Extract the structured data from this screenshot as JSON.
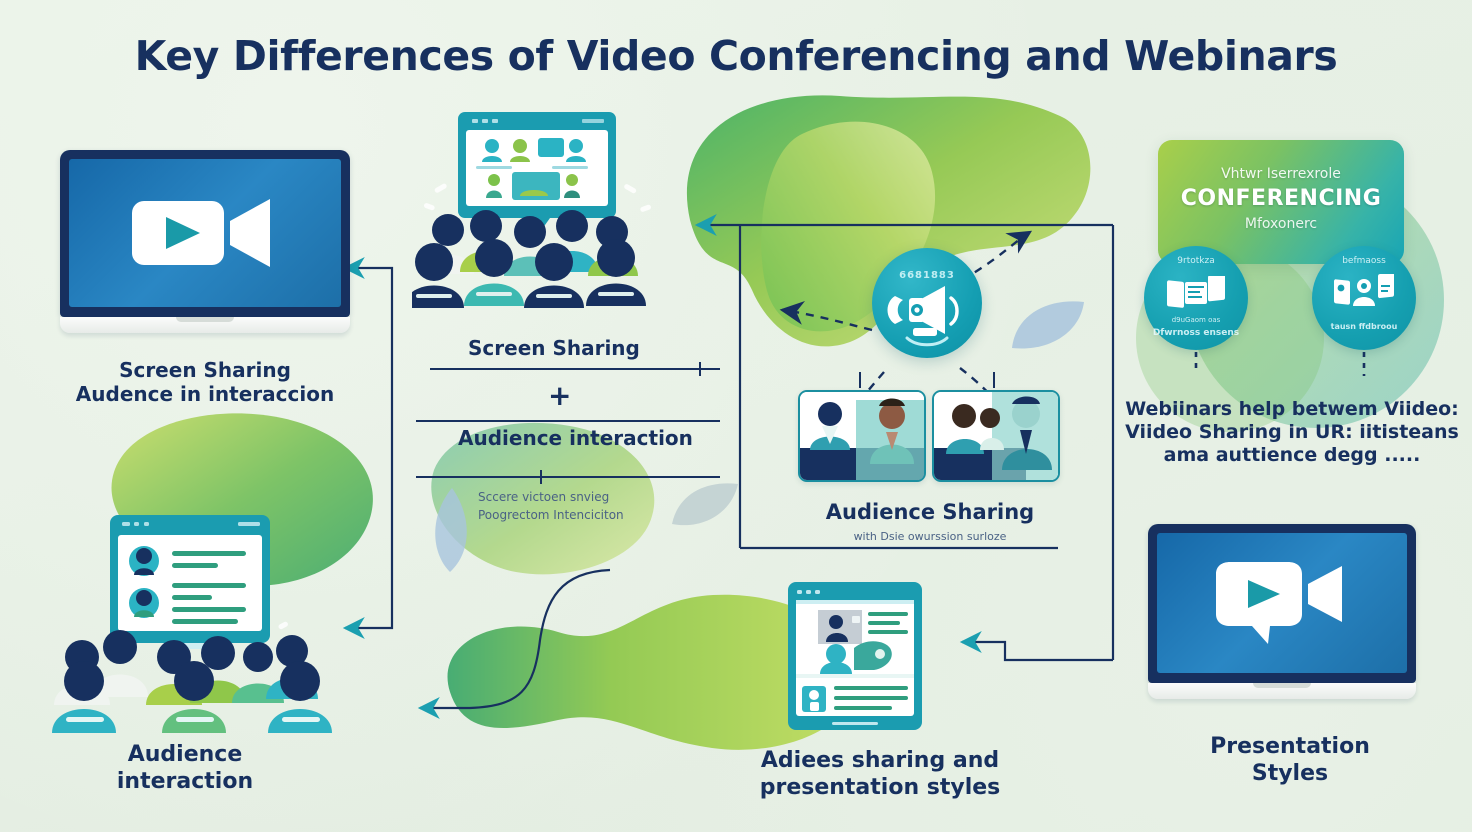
{
  "page": {
    "title": "Key Differences of Video Conferencing and Webinars",
    "background_color": "#e4eee2",
    "navy": "#17305f",
    "teal": "#149eb2",
    "green": "#7bc263",
    "lime": "#a9cf4a"
  },
  "left_column": {
    "top_label_line1": "Screen Sharing",
    "top_label_line2": "Audence in interaccion",
    "bottom_label_line1": "Audience",
    "bottom_label_line2": "interaction",
    "laptop_icon": "video-camera-play-icon",
    "chat_window_icon": "chat-list-window-icon"
  },
  "center_column": {
    "presentation_icon": "audience-watching-screen-icon",
    "table": {
      "row1": "Screen Sharing",
      "plus": "+",
      "row2": "Audience interaction",
      "footnote_line1": "Sccere victoen snvieg",
      "footnote_line2": "Poogrectom Intenciciton"
    },
    "bottom_label_line1": "Adiees sharing and",
    "bottom_label_line2": "presentation styles",
    "document_icon": "presentation-document-icon"
  },
  "middle_column": {
    "megaphone_badge_text": "6681883",
    "megaphone_icon": "megaphone-broadcast-icon",
    "label": "Audience Sharing",
    "sublabel": "with  Dsie owurssion surloze",
    "video_card_left_icon": "video-call-participants-icon",
    "video_card_right_icon": "video-call-participants-icon"
  },
  "right_column": {
    "card": {
      "line1": "Vhtwr Iserrexrole",
      "line2": "CONFERENCING",
      "line3": "Mfoxonerc"
    },
    "circle_left": {
      "top_text": "9rtotkza",
      "icon": "screen-share-monitor-icon",
      "sub_text1": "d9uGaom oas",
      "sub_text2": "Dfwrnoss ensens"
    },
    "circle_right": {
      "top_text": "befmaoss",
      "icon": "people-meeting-icon",
      "sub_text1": "tausn ffdbroou"
    },
    "paragraph_line1": "Webiinars help betwem Viideo:",
    "paragraph_line2": "Viideo Sharing in UR: iitisteans",
    "paragraph_line3": "ama auttience degg .....",
    "bottom_label_line1": "Presentation",
    "bottom_label_line2": "Styles",
    "laptop_icon": "zoom-video-chat-icon"
  }
}
